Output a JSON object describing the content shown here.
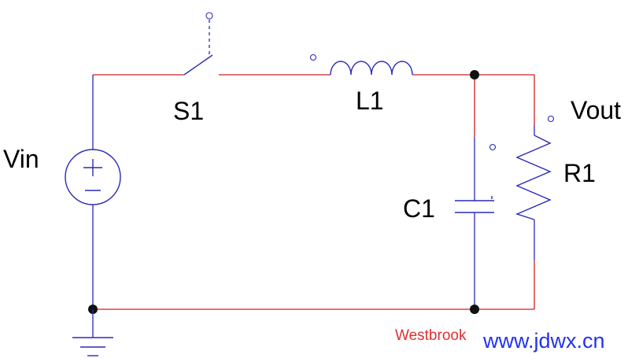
{
  "labels": {
    "vin": "Vin",
    "s1": "S1",
    "l1": "L1",
    "c1": "C1",
    "r1": "R1",
    "vout": "Vout"
  },
  "watermark": {
    "author": "Westbrook",
    "site": "www.jdwx.cn"
  },
  "colors": {
    "wire_red": "#cc2222",
    "wire_blue": "#2a2ab8",
    "watermark_red": "#e03030",
    "watermark_blue": "#2233ee"
  },
  "icons": [
    "voltage-source-icon",
    "switch-icon",
    "inductor-icon",
    "capacitor-icon",
    "resistor-icon",
    "ground-icon"
  ]
}
